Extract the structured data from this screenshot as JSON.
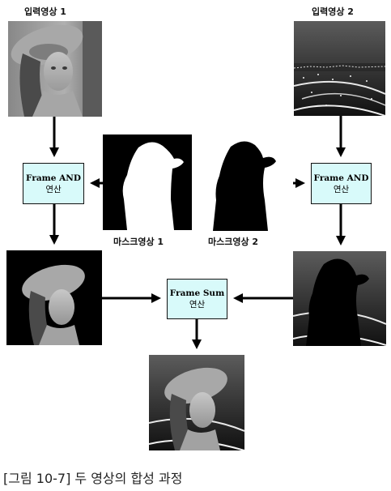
{
  "labels": {
    "input1": "입력영상 1",
    "input2": "입력영상 2",
    "mask1": "마스크영상 1",
    "mask2": "마스크영상 2"
  },
  "boxes": {
    "and_left": {
      "title": "Frame AND",
      "sub": "연산"
    },
    "and_right": {
      "title": "Frame AND",
      "sub": "연산"
    },
    "sum": {
      "title": "Frame Sum",
      "sub": "연산"
    }
  },
  "caption": "[그림 10-7] 두 영상의 합성 과정",
  "colors": {
    "box_fill": "#d8fafa",
    "border": "#111111",
    "arrow": "#000000"
  }
}
